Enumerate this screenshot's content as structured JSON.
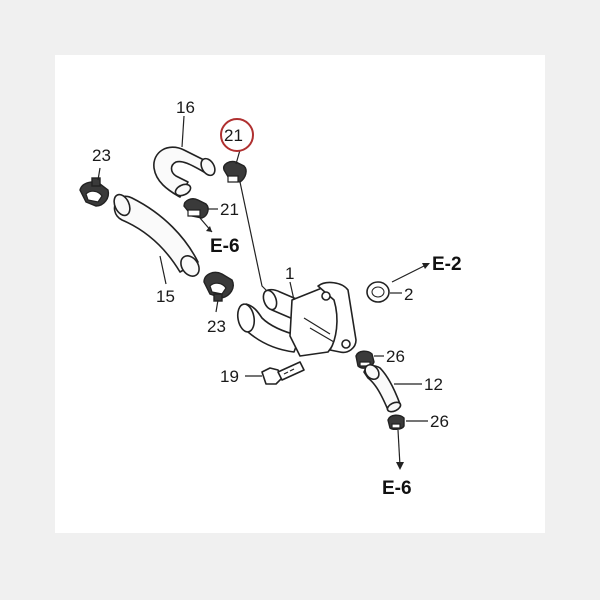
{
  "diagram": {
    "callouts": {
      "c16": "16",
      "c21_top": "21",
      "c21_mid": "21",
      "c23_top": "23",
      "c23_bottom": "23",
      "c15": "15",
      "c1": "1",
      "c2": "2",
      "c26_top": "26",
      "c26_bottom": "26",
      "c12": "12",
      "c19": "19"
    },
    "references": {
      "e6_left": "E-6",
      "e2": "E-2",
      "e6_bottom": "E-6"
    },
    "highlight": {
      "part": "21",
      "color": "#b03030"
    }
  }
}
